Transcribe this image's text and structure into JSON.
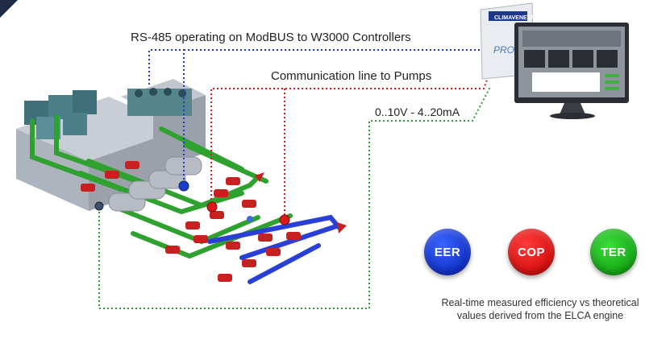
{
  "labels": {
    "rs485": "RS-485 operating on ModBUS to W3000 Controllers",
    "pumps": "Communication line to Pumps",
    "analog": "0..10V - 4..20mA"
  },
  "monitor": {
    "brand": "CLIMAVENETA",
    "product": "PRO"
  },
  "badges": {
    "eer": "EER",
    "cop": "COP",
    "ter": "TER"
  },
  "caption": {
    "line1": "Real-time measured efficiency vs theoretical",
    "line2": "values derived from the ELCA engine"
  },
  "colors": {
    "rs485_line": "#1a3cc8",
    "pumps_line": "#d81a1a",
    "analog_line": "#2e9a3a",
    "pipe_green": "#2fa12f",
    "pipe_blue": "#2a3fd6",
    "pump_red": "#c62020"
  }
}
